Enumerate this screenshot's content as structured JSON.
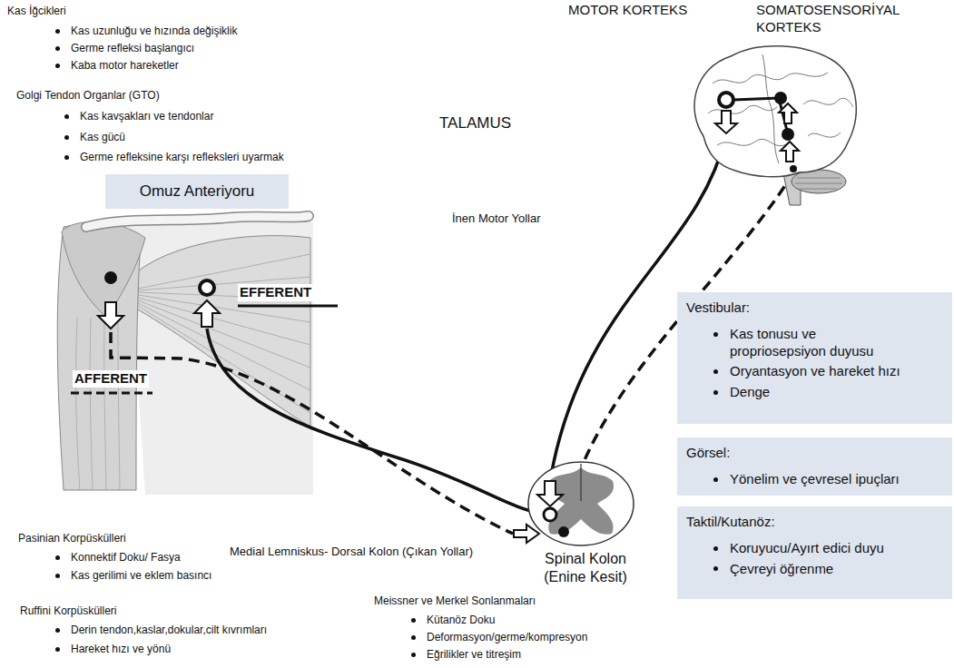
{
  "diagram": {
    "nodes": [
      {
        "text": [
          "Omuz Anteriyoru"
        ]
      },
      {
        "text": [
          "Vestibular:",
          "Kas tonusu ve propriosepsiyon duyusu",
          "Oryantasyon ve hareket hızı",
          "Denge"
        ]
      },
      {
        "text": [
          "Görsel:",
          "Yönelim ve çevresel ipuçları"
        ]
      },
      {
        "text": [
          "Taktil/Kutanöz:",
          "Koruyucu/Ayırt edici duyu",
          "Çevreyi öğrenme"
        ]
      }
    ],
    "labels": [
      "Kas İğcikleri",
      "Kas uzunluğu ve hızında değişiklik",
      "Germe refleksi başlangıcı",
      "Kaba motor hareketler",
      "Golgi Tendon Organlar (GTO)",
      "Kas kavşakları ve tendonlar",
      "Kas gücü",
      "Germe refleksine karşı refleksleri uyarmak",
      "MOTOR KORTEKS",
      "SOMATOSENSORİYAL KORTEKS",
      "TALAMUS",
      "İnen Motor Yollar",
      "EFFERENT",
      "AFFERENT",
      "Medial Lemniskus- Dorsal Kolon (Çıkan Yollar)",
      "Spinal Kolon (Enine Kesit)",
      "Pasinian Korpüskülleri",
      "Konnektif Doku/ Fasya",
      "Kas gerilimi ve eklem basıncı",
      "Ruffini Korpüskülleri",
      "Derin tendon,kaslar,dokular,cilt kıvrımları",
      "Hareket hızı ve yönü",
      "Meissner ve Merkel Sonlanmaları",
      "Kütanöz Doku",
      "Deformasyon/germe/kompresyon",
      "Eğrilikler ve titreşim"
    ]
  }
}
